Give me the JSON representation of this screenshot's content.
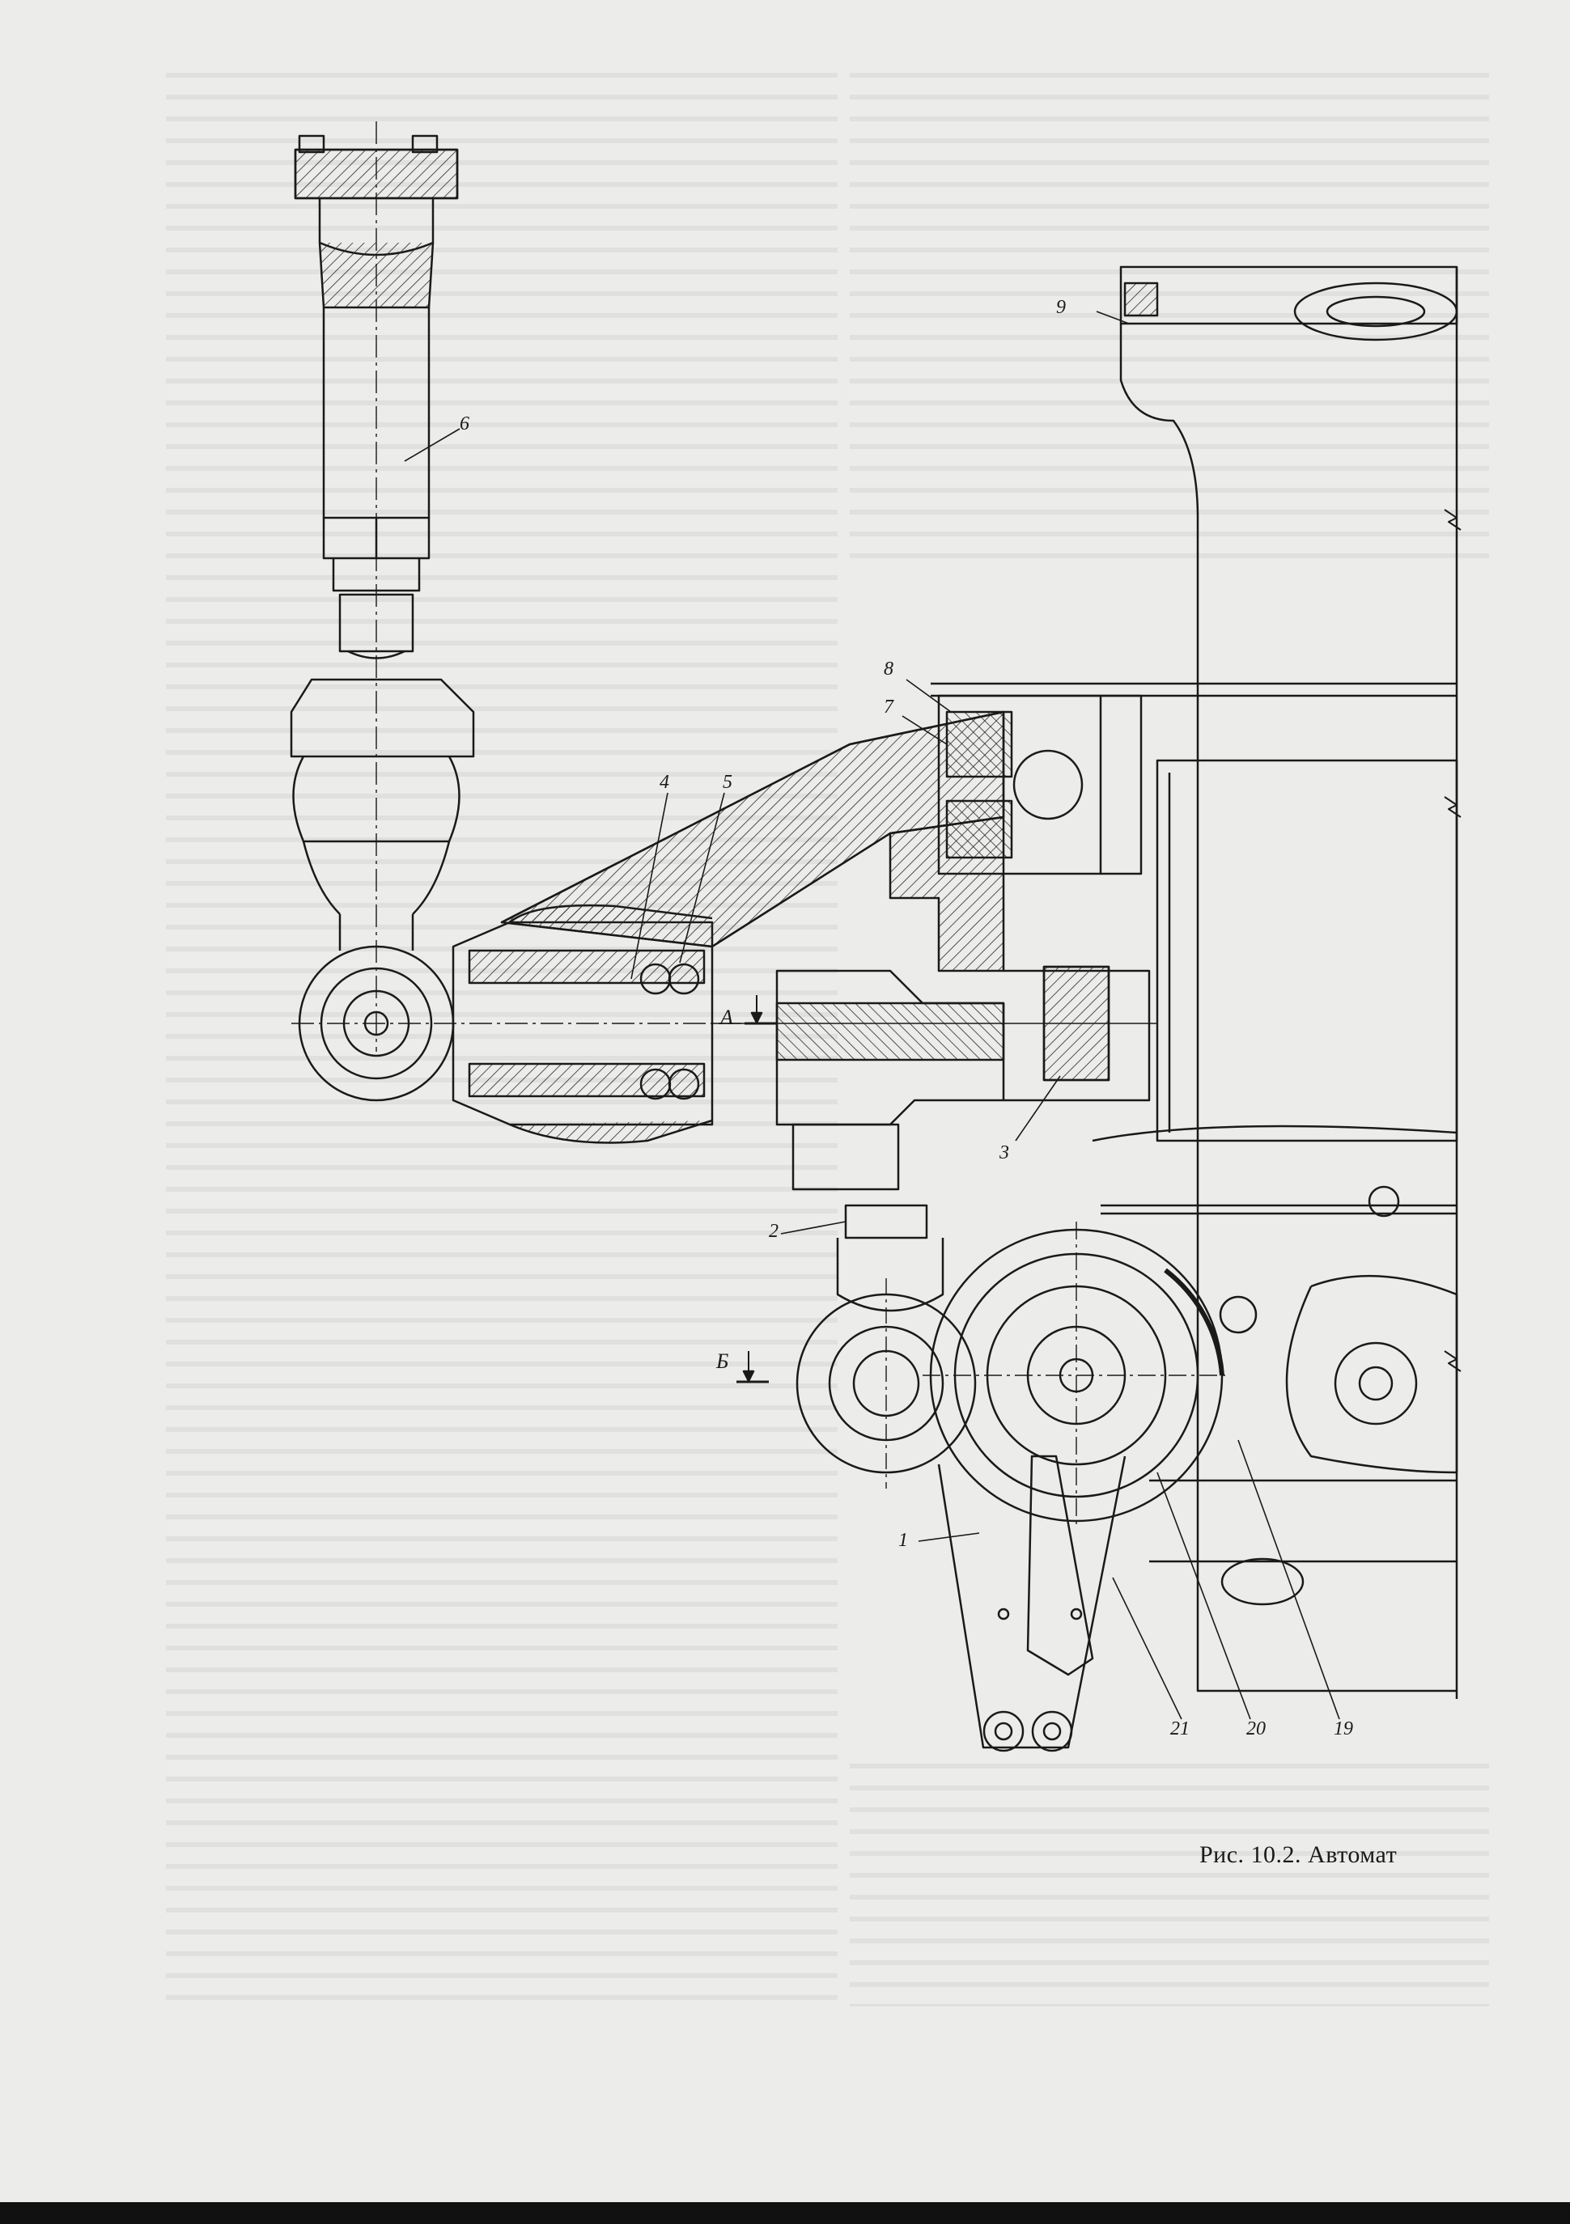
{
  "figure": {
    "caption": "Рис. 10.2. Автомат",
    "callouts": {
      "c1": "1",
      "c2": "2",
      "c3": "3",
      "c4": "4",
      "c5": "5",
      "c6": "6",
      "c7": "7",
      "c8": "8",
      "c9": "9",
      "c19": "19",
      "c20": "20",
      "c21": "21"
    },
    "sections": {
      "a": "А",
      "b": "Б"
    },
    "colors": {
      "ink": "#1a1a1a",
      "paper": "#ececea",
      "hatch": "#2a2a2a"
    }
  }
}
